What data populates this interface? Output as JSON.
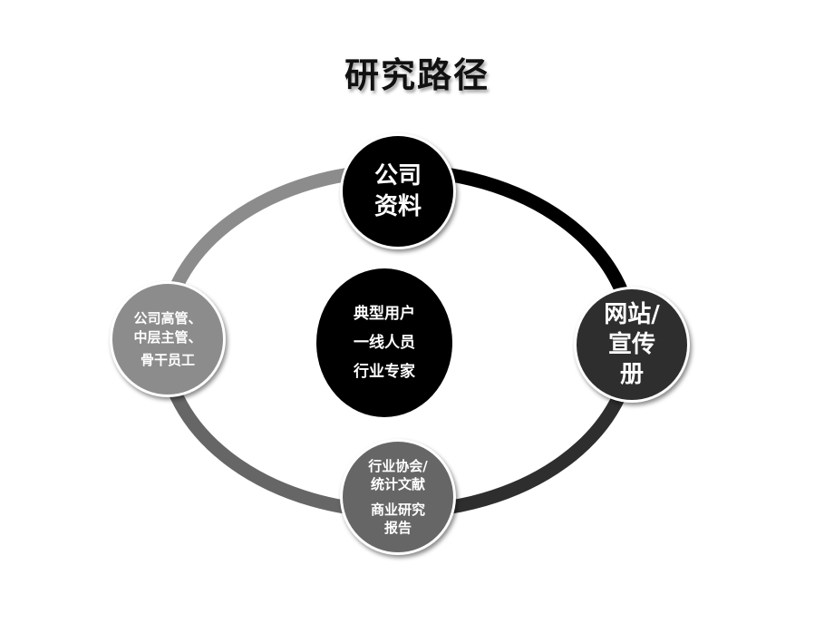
{
  "title": "研究路径",
  "colors": {
    "arc_top_left": "#8c8c8c",
    "arc_top_right": "#000000",
    "arc_bottom_right": "#2e2e2e",
    "arc_bottom_left": "#666666"
  },
  "nodes": {
    "top": {
      "lines": [
        "公司",
        "资料"
      ]
    },
    "right": {
      "lines": [
        "网站/",
        "宣传",
        "册"
      ]
    },
    "left": {
      "lines": [
        "公司高管、",
        "中层主管、",
        "骨干员工"
      ]
    },
    "bottom": {
      "lines": [
        "行业协会/",
        "统计文献",
        "商业研究",
        "报告"
      ]
    },
    "center": {
      "lines": [
        "典型用户",
        "一线人员",
        "行业专家"
      ]
    }
  }
}
